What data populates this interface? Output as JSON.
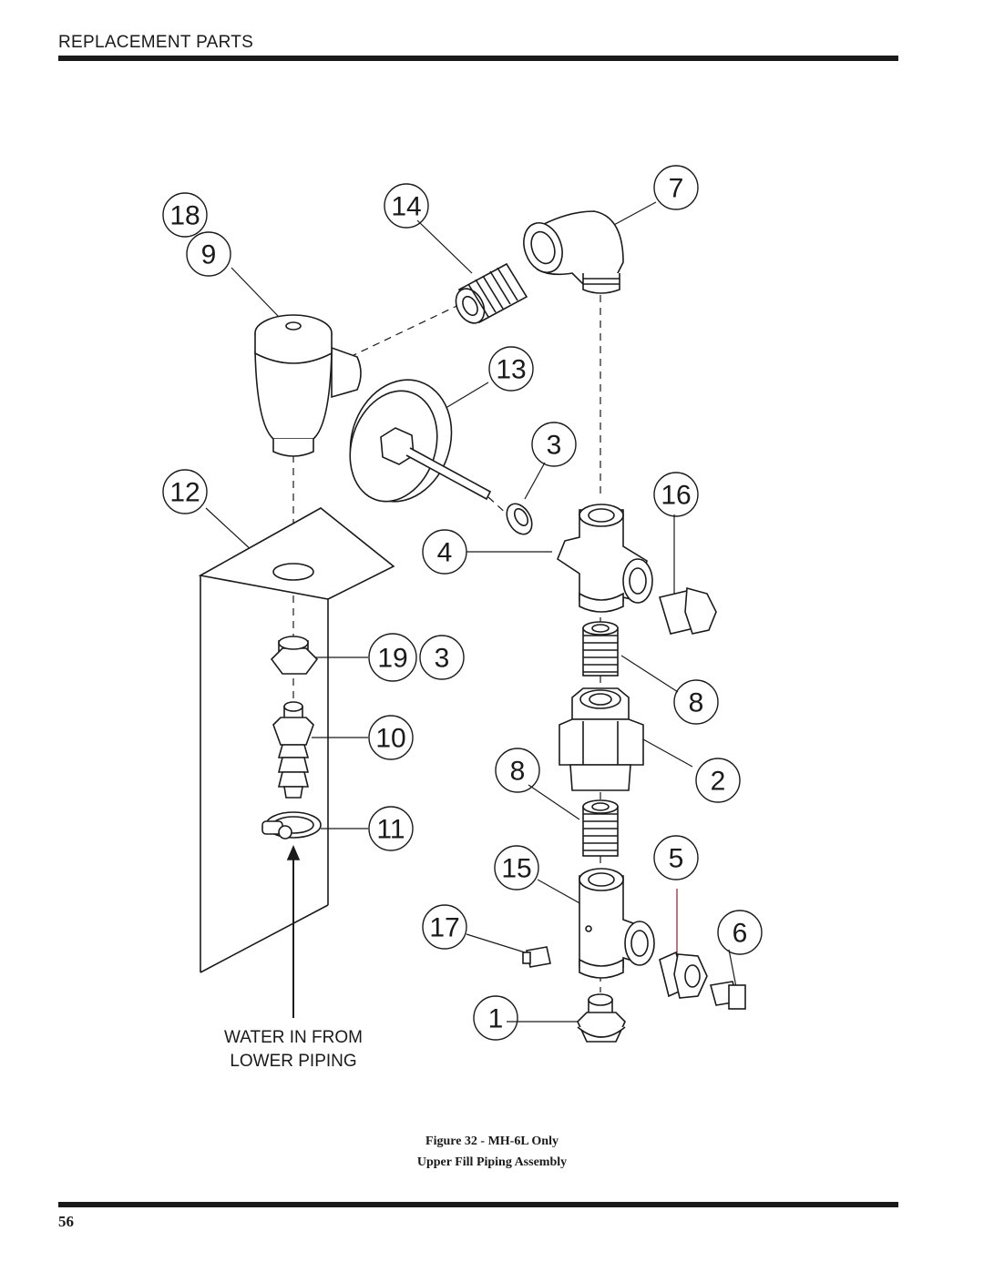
{
  "header": {
    "title": "REPLACEMENT PARTS"
  },
  "figure": {
    "callouts": [
      "18",
      "14",
      "7",
      "9",
      "13",
      "3",
      "12",
      "16",
      "4",
      "19",
      "3",
      "8",
      "10",
      "8",
      "2",
      "11",
      "15",
      "5",
      "17",
      "6",
      "1"
    ],
    "water_label_line1": "WATER IN FROM",
    "water_label_line2": "LOWER PIPING",
    "caption_line1": "Figure 32 - MH-6L Only",
    "caption_line2": "Upper Fill Piping Assembly"
  },
  "footer": {
    "page_number": "56"
  }
}
